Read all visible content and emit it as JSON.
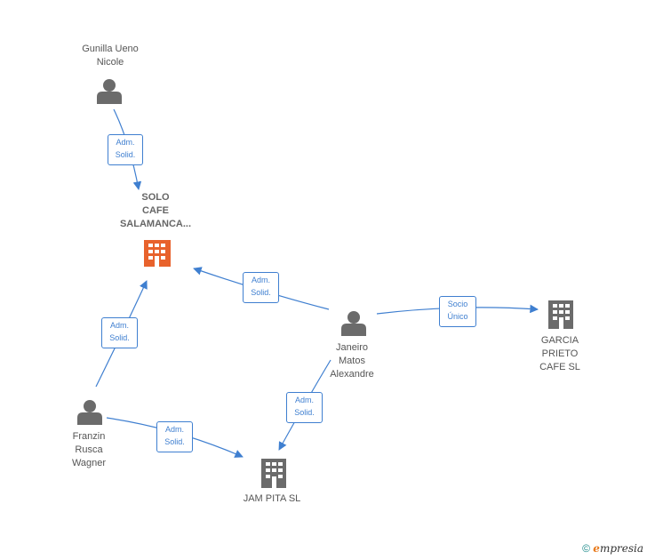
{
  "nodes": {
    "gunilla": {
      "label": "Gunilla Ueno\nNicole",
      "type": "person-icon"
    },
    "solo": {
      "label": "SOLO\nCAFE\nSALAMANCA...",
      "type": "building-icon",
      "color": "#e8622c"
    },
    "janeiro": {
      "label": "Janeiro\nMatos\nAlexandre",
      "type": "person-icon"
    },
    "garcia": {
      "label": "GARCIA\nPRIETO\nCAFE  SL",
      "type": "building-icon",
      "color": "#6b6b6b"
    },
    "franzin": {
      "label": "Franzin\nRusca\nWagner",
      "type": "person-icon"
    },
    "jampita": {
      "label": "JAM PITA  SL",
      "type": "building-icon",
      "color": "#6b6b6b"
    }
  },
  "edges": {
    "gunilla_solo": "Adm.\nSolid.",
    "janeiro_solo": "Adm.\nSolid.",
    "franzin_solo": "Adm.\nSolid.",
    "janeiro_garcia": "Socio\nÚnico",
    "janeiro_jampita": "Adm.\nSolid.",
    "franzin_jampita": "Adm.\nSolid."
  },
  "colors": {
    "edge": "#3f7fd0",
    "person": "#6b6b6b"
  },
  "footer": {
    "copyright": "©",
    "brand_e": "e",
    "brand_rest": "mpresia"
  }
}
